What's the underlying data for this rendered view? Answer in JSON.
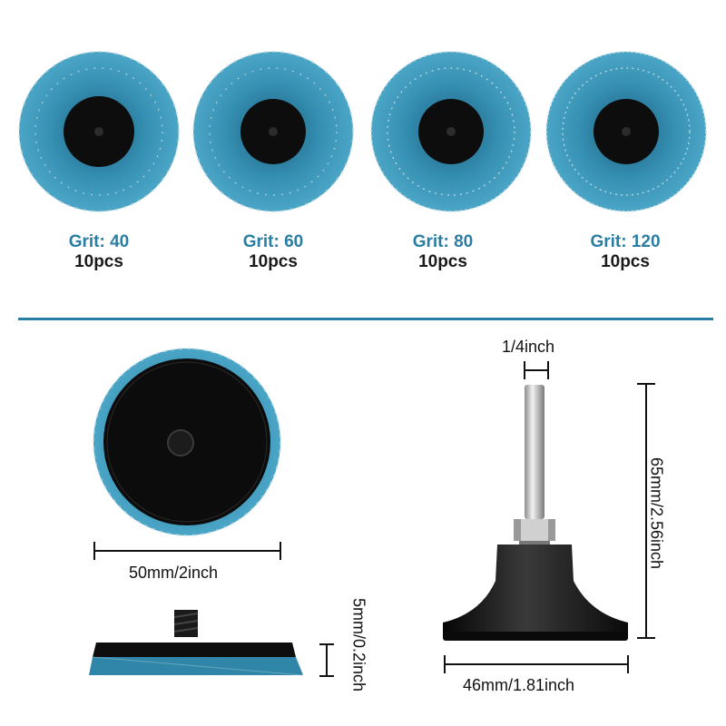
{
  "products": [
    {
      "grit": "Grit: 40",
      "qty": "10pcs"
    },
    {
      "grit": "Grit: 60",
      "qty": "10pcs"
    },
    {
      "grit": "Grit: 80",
      "qty": "10pcs"
    },
    {
      "grit": "Grit: 120",
      "qty": "10pcs"
    }
  ],
  "dimensions": {
    "disc_diameter": "50mm/2inch",
    "disc_thickness": "5mm/0.2inch",
    "shank_diameter": "1/4inch",
    "holder_height": "65mm/2.56inch",
    "holder_base": "46mm/1.81inch"
  },
  "colors": {
    "abrasive": "#2f86a8",
    "accent_text": "#2a7ea3",
    "divider": "#2a7ea3",
    "backing": "#111111"
  }
}
